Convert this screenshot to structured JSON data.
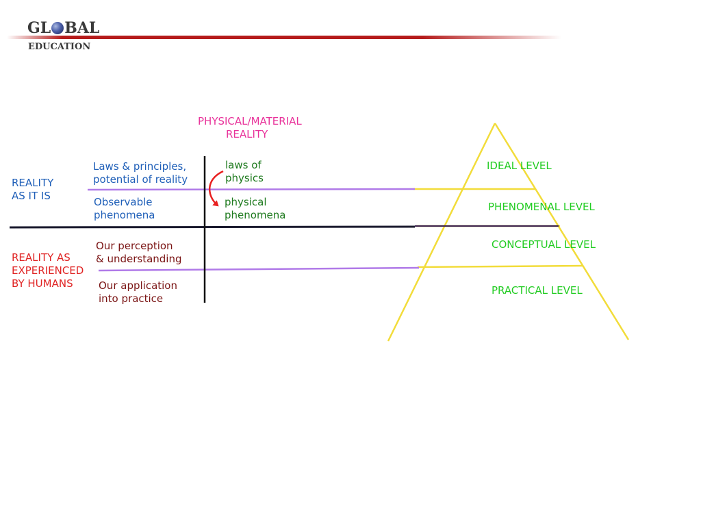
{
  "logo": {
    "word_before": "GL",
    "word_after": "BAL",
    "subtitle": "EDUCATION"
  },
  "header_rule_color": "#b51c1c",
  "column_heading": [
    "PHYSICAL/MATERIAL",
    "REALITY"
  ],
  "left_labels": {
    "reality_as_it_is": [
      "REALITY",
      "AS IT IS"
    ],
    "reality_as_experienced": [
      "REALITY AS",
      "EXPERIENCED",
      "BY HUMANS"
    ]
  },
  "cells": {
    "laws_principles": [
      "Laws & principles,",
      "potential of reality"
    ],
    "observable": [
      "Observable",
      "phenomena"
    ],
    "perception": [
      "Our perception",
      "& understanding"
    ],
    "application": [
      "Our application",
      "into practice"
    ],
    "laws_of_physics": [
      "laws of",
      "physics"
    ],
    "physical_phenomena": [
      "physical",
      "phenomena"
    ]
  },
  "pyramid_levels": {
    "ideal": "IDEAL LEVEL",
    "phenomenal": "PHENOMENAL LEVEL",
    "conceptual": "CONCEPTUAL LEVEL",
    "practical": "PRACTICAL LEVEL"
  },
  "colors": {
    "blue_text": "#1f5fb8",
    "green_text": "#1e7a1e",
    "pink_heading": "#e8329a",
    "red_label": "#e02424",
    "maroon_text": "#7a1414",
    "level_text": "#22cc22",
    "pyramid_outline": "#f2dc3a",
    "divider_lines": "#b07ae8",
    "axis_lines": "#111111",
    "arrow": "#e82020"
  }
}
